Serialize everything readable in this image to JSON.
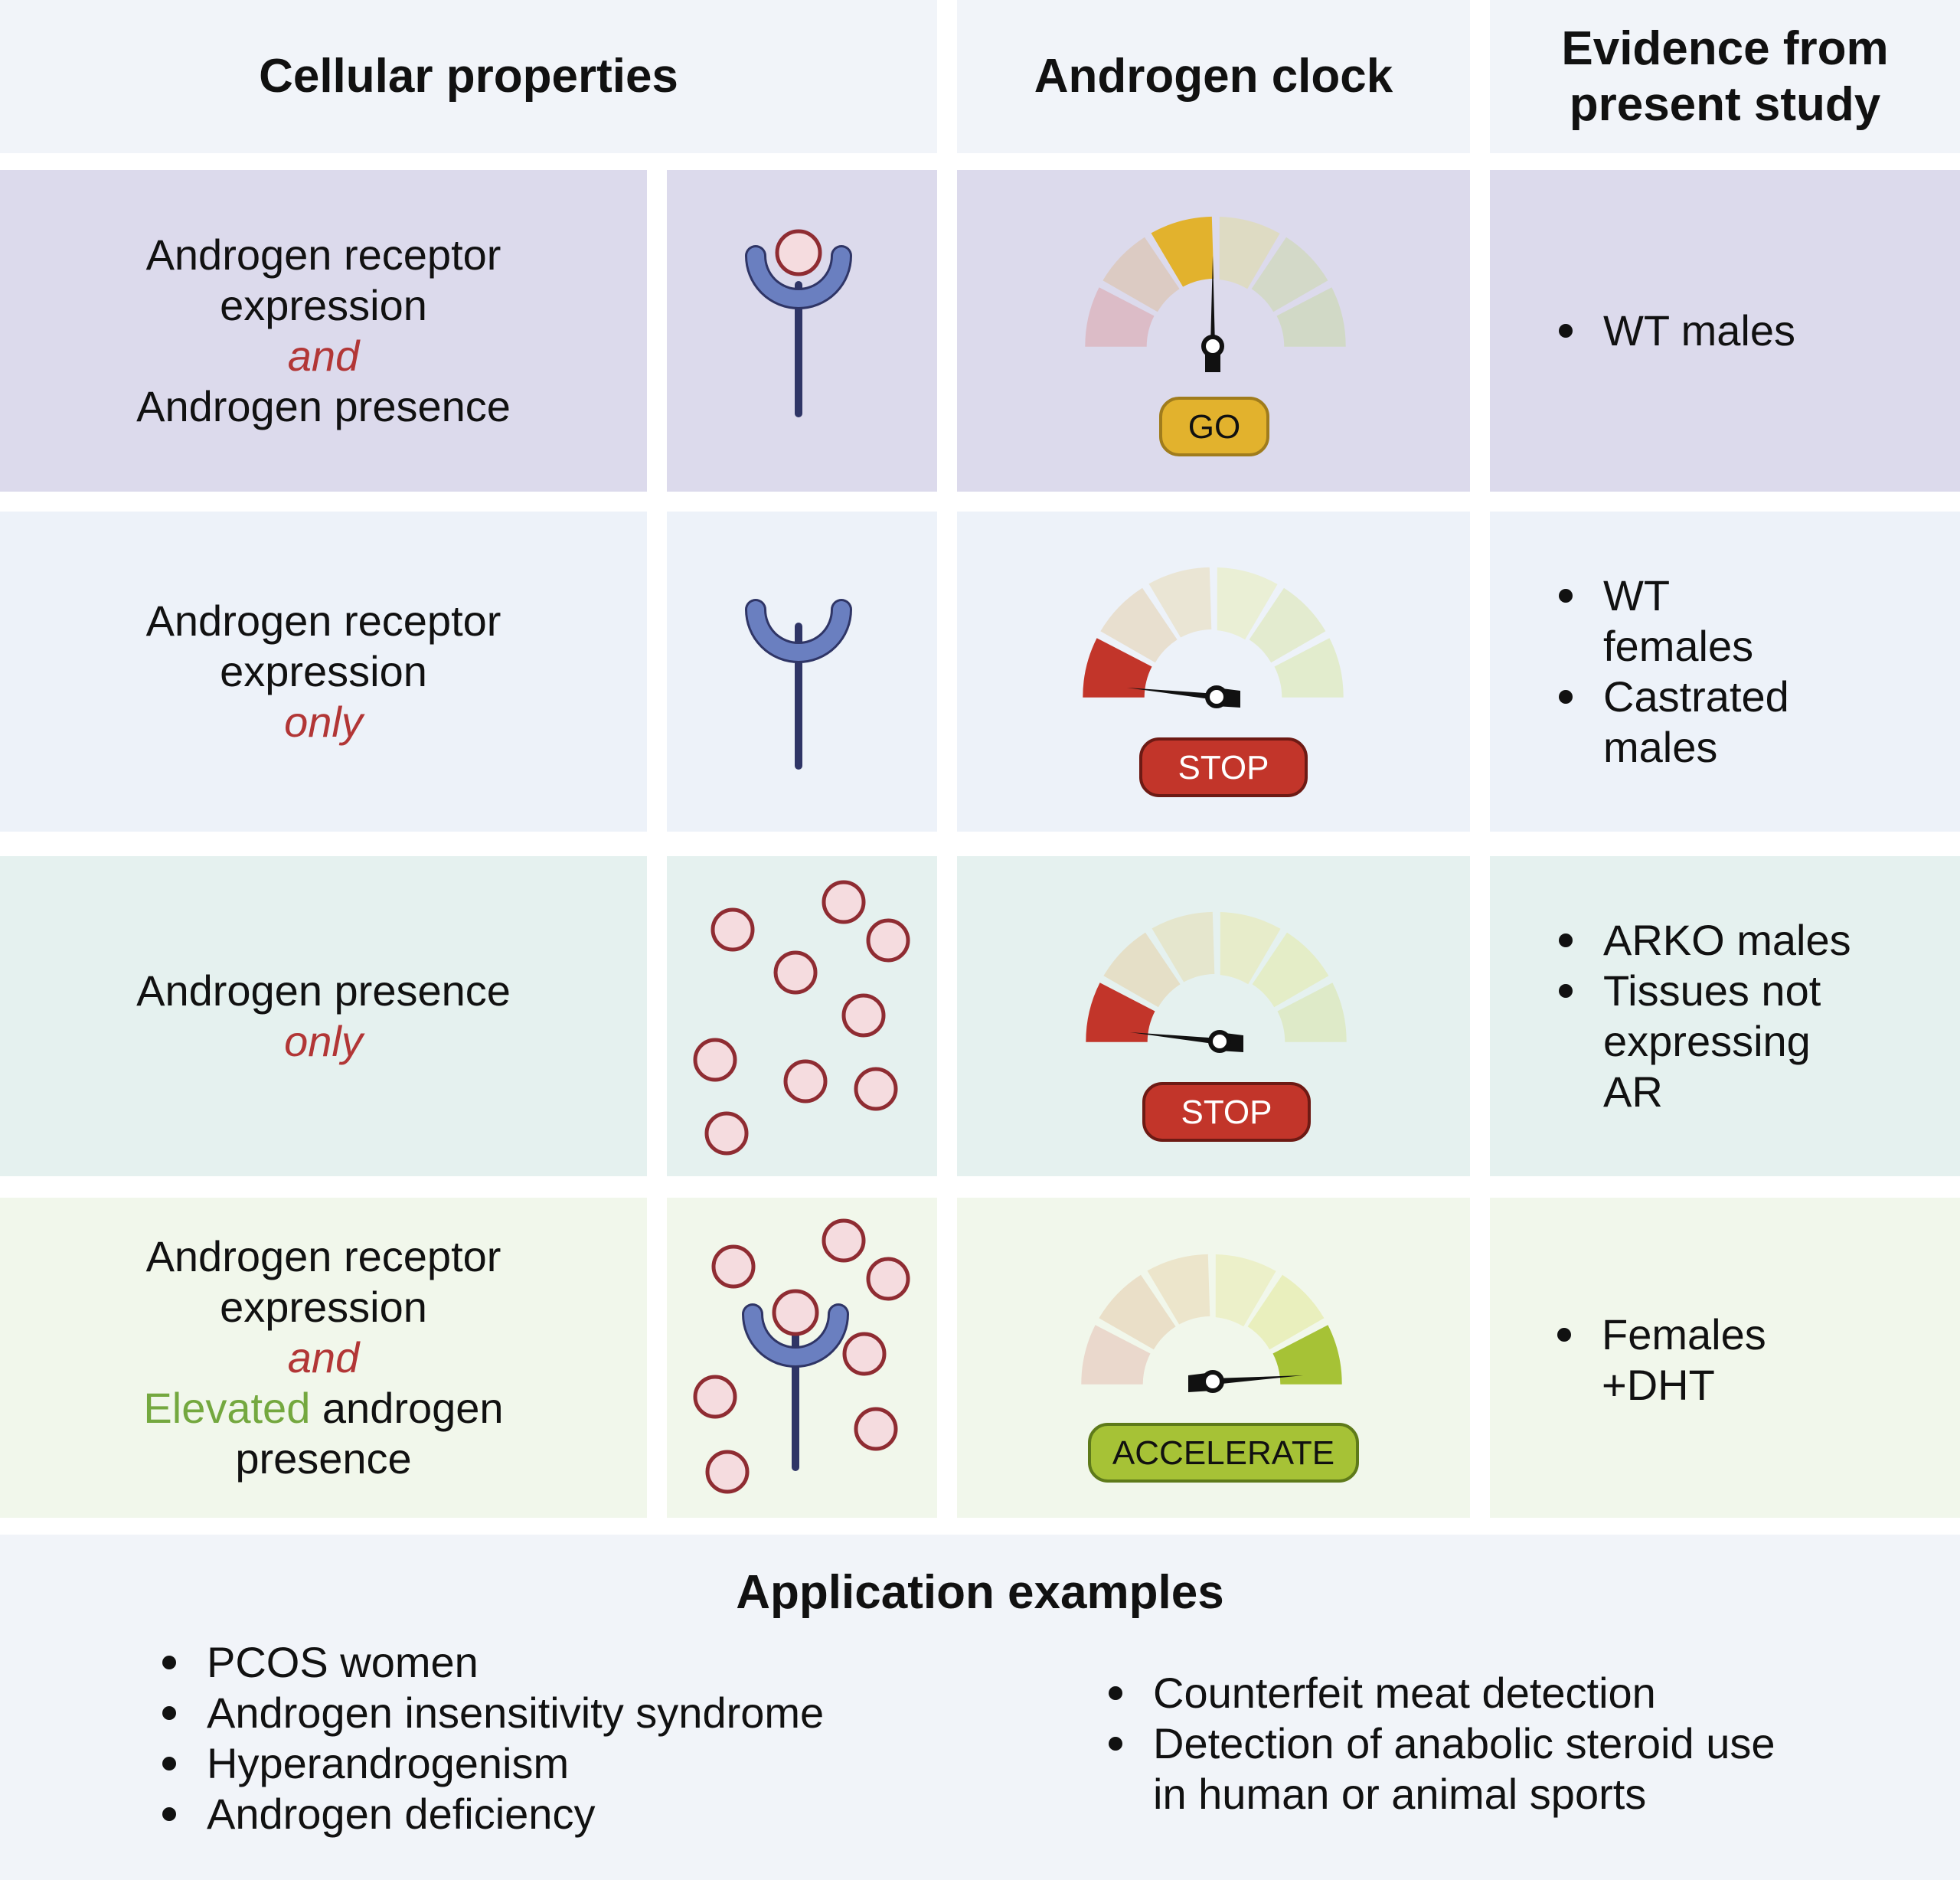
{
  "headers": {
    "cellular": "Cellular properties",
    "clock": "Androgen clock",
    "evidence_line1": "Evidence from",
    "evidence_line2": "present study"
  },
  "rows": [
    {
      "prop_lines": [
        "Androgen receptor",
        "expression",
        "and",
        "Androgen presence"
      ],
      "gauge_label": "GO",
      "gauge_state": "go",
      "evidence": [
        "WT males"
      ]
    },
    {
      "prop_lines": [
        "Androgen receptor",
        "expression",
        "only"
      ],
      "gauge_label": "STOP",
      "gauge_state": "stop",
      "evidence": [
        "WT females",
        "Castrated males"
      ]
    },
    {
      "prop_lines": [
        "Androgen presence",
        "only"
      ],
      "gauge_label": "STOP",
      "gauge_state": "stop",
      "evidence": [
        "ARKO males",
        "Tissues not expressing AR"
      ]
    },
    {
      "prop_lines": [
        "Androgen receptor",
        "expression",
        "and",
        "Elevated",
        "androgen",
        "presence"
      ],
      "gauge_label": "ACCELERATE",
      "gauge_state": "accelerate",
      "evidence": [
        "Females +DHT"
      ]
    }
  ],
  "applications": {
    "title": "Application examples",
    "left": [
      "PCOS women",
      "Androgen insensitivity syndrome",
      "Hyperandrogenism",
      "Androgen deficiency"
    ],
    "right": [
      "Counterfeit meat detection",
      "Detection of anabolic steroid use in human or animal sports"
    ]
  },
  "colors": {
    "receptor": "#6a7fc0",
    "receptor_stem": "#2f3566",
    "androgen_fill": "#f5dcdf",
    "androgen_stroke": "#8f2c32",
    "go": "#e2b22d",
    "stop": "#c2352a",
    "accelerate": "#a6c236",
    "and_text": "#b23636",
    "elevated_text": "#74a83f"
  },
  "icons": [
    "receptor-icon",
    "androgen-molecule-icon",
    "gauge-icon",
    "gauge-needle-icon"
  ]
}
